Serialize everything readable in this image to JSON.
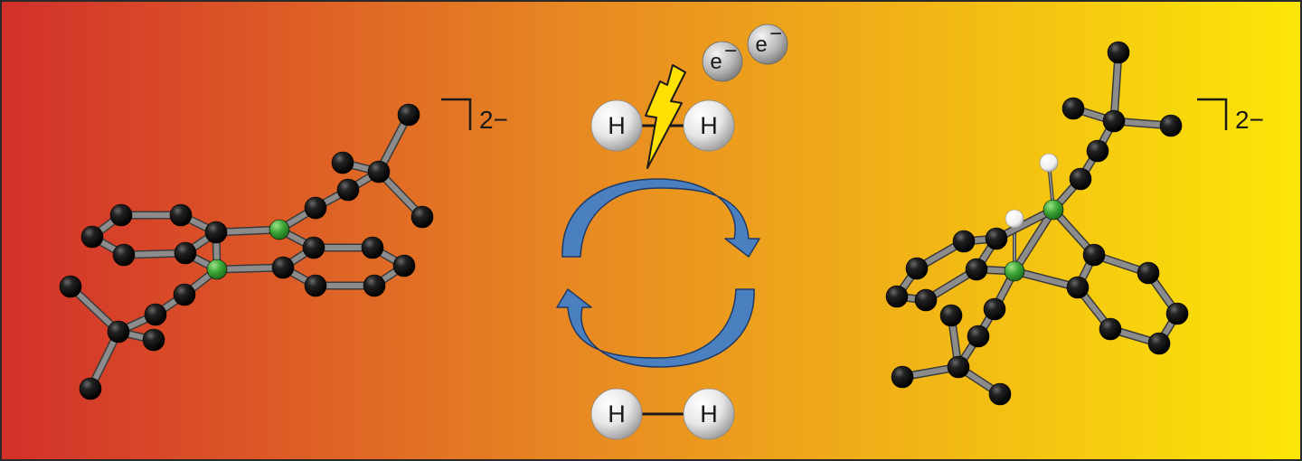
{
  "diagram": {
    "background": {
      "from": "#d2302a",
      "mid": "#e88a22",
      "to": "#fce608"
    },
    "colors": {
      "carbon_atom": "#111111",
      "boron_atom": "#3da838",
      "hydrogen_atom": "#ffffff",
      "bond": "#8c8c8c",
      "arrow_fill": "#4a7fc0",
      "arrow_stroke": "#1e3a66",
      "lightning": "#ffe000"
    },
    "left_molecule": {
      "charge": "2−"
    },
    "right_molecule": {
      "charge": "2−"
    },
    "cycle": {
      "top_h2": {
        "atom_left": "H",
        "atom_right": "H"
      },
      "bottom_h2": {
        "atom_left": "H",
        "atom_right": "H"
      },
      "electrons": [
        {
          "label": "e",
          "sup": "−"
        },
        {
          "label": "e",
          "sup": "−"
        }
      ],
      "icons": [
        "lightning-bolt-icon",
        "cycle-arrow-icon"
      ]
    }
  }
}
